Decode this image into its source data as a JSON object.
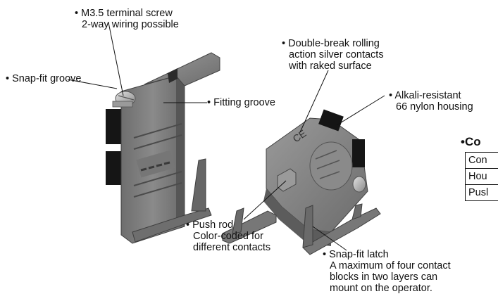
{
  "labels": {
    "terminal_screw": [
      "M3.5 terminal screw",
      "2-way wiring possible"
    ],
    "snap_fit_groove": [
      "Snap-fit groove"
    ],
    "fitting_groove": [
      "Fitting groove"
    ],
    "double_break": [
      "Double-break rolling",
      "action silver contacts",
      "with raked surface"
    ],
    "alkali": [
      "Alkali-resistant",
      "66 nylon housing"
    ],
    "push_rod": [
      "Push rod",
      "Color-coded for",
      "different contacts"
    ],
    "snap_fit_latch": [
      "Snap-fit latch",
      "A maximum of four contact",
      "blocks in two layers can",
      "mount on the operator."
    ]
  },
  "bullet": "•",
  "table": {
    "title": "Co",
    "rows": [
      "Con",
      "Hou",
      "Pusl"
    ]
  },
  "colors": {
    "housing_gray": "#7d7d7d",
    "housing_dark": "#4a4a4a",
    "terminal_black": "#151515",
    "metal": "#b5b5b5"
  }
}
